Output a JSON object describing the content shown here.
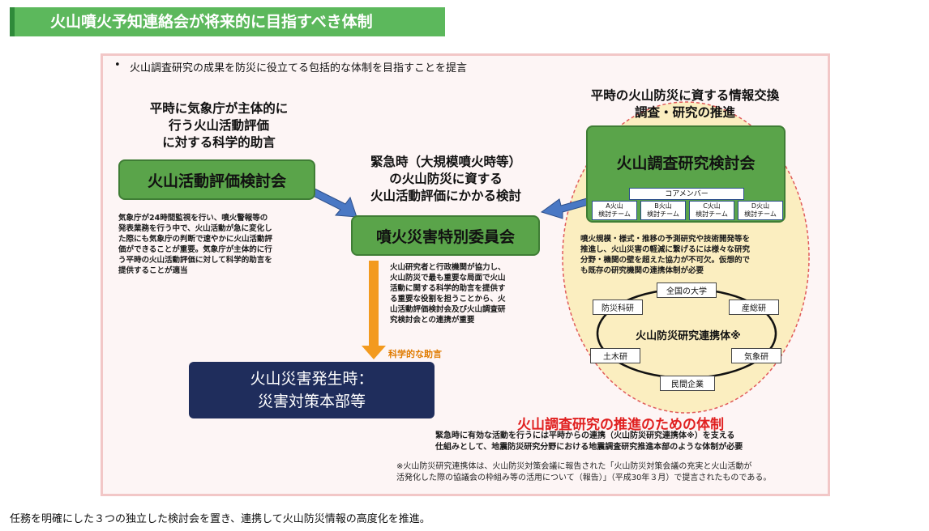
{
  "title": "火山噴火予知連絡会が将来的に目指すべき体制",
  "bullet_mark": "•",
  "bullet_text": "火山調査研究の成果を防災に役立てる包括的な体制を目指すことを提言",
  "left": {
    "heading": "平時に気象庁が主体的に\n行う火山活動評価\nに対する科学的助言",
    "box": "火山活動評価検討会",
    "desc": "気象庁が24時間監視を行い、噴火警報等の\n発表業務を行う中で、火山活動が急に変化し\nた際にも気象庁の判断で速やかに火山活動評\n価ができることが重要。気象庁が主体的に行\nう平時の火山活動評価に対して科学的助言を\n提供することが適当"
  },
  "center": {
    "heading": "緊急時（大規模噴火時等）\nの火山防災に資する\n火山活動評価にかかる検討",
    "box": "噴火災害特別委員会",
    "desc": "火山研究者と行政機関が協力し、\n火山防災で最も重要な局面で火山\n活動に関する科学的助言を提供す\nる重要な役割を担うことから、火\n山活動評価検討会及び火山調査研\n究検討会との連携が重要",
    "arrow_label": "科学的な助言",
    "hq_box": "火山災害発生時：\n災害対策本部等"
  },
  "right": {
    "heading": "平時の火山防災に資する情報交換\n調査・研究の推進",
    "box": "火山調査研究検討会",
    "core": "コアメンバー",
    "teams": [
      "A火山\n検討チーム",
      "B火山\n検討チーム",
      "C火山\n検討チーム",
      "D火山\n検討チーム"
    ],
    "desc": "噴火規模・様式・推移の予測研究や技術開発等を\n推進し、火山災害の軽減に繋げるには様々な研究\n分野・機関の壁を超えた協力が不可欠。仮想的で\nも既存の研究機関の連携体制が必要",
    "consortium": "火山防災研究連携体※",
    "nodes": [
      "全国の大学",
      "防災科研",
      "産総研",
      "土木研",
      "気象研",
      "民間企業"
    ]
  },
  "bottom": {
    "red_heading": "火山調査研究の推進のための体制",
    "desc": "緊急時に有効な活動を行うには平時からの連携（火山防災研究連携体※）を支える\n仕組みとして、地震防災研究分野における地震調査研究推進本部のような体制が必要",
    "note": "※火山防災研究連携体は、火山防災対策会議に報告された「火山防災対策会議の充実と火山活動が\n活発化した際の協議会の枠組み等の活用について（報告）」（平成30年３月）で提言されたものである。"
  },
  "footer": "任務を明確にした３つの独立した検討会を置き、連携して火山防災情報の高度化を推進。",
  "colors": {
    "title_bar": "#5cb85c",
    "green_box": "#5aa44a",
    "navy_box": "#1f2d5c",
    "red_text": "#e02020",
    "orange_arrow": "#f39a1e",
    "blue_arrow": "#4a78c4",
    "ellipse_fill": "#fbeec0"
  }
}
